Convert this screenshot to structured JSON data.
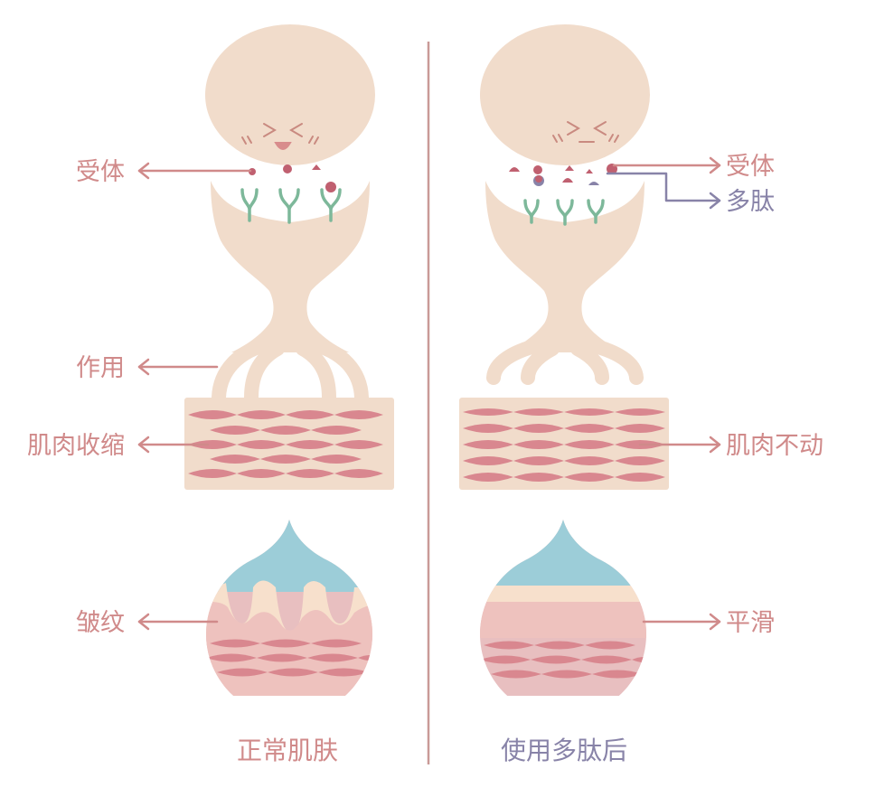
{
  "colors": {
    "skin": "#F1DCCB",
    "arrow_pink": "#D08A8A",
    "arrow_purple": "#8883A8",
    "muscle": "#D9878F",
    "receptor_green": "#7DB89A",
    "blue_layer": "#9CCDD8",
    "pink_layer": "#EFC7C3",
    "divider": "#C99A97"
  },
  "left": {
    "labels": {
      "receptor": "受体",
      "action": "作用",
      "muscle": "肌肉收缩",
      "wrinkle": "皱纹"
    },
    "face": ">⌄<",
    "caption": "正常肌肤"
  },
  "right": {
    "labels": {
      "receptor": "受体",
      "peptide": "多肽",
      "muscle": "肌肉不动",
      "smooth": "平滑"
    },
    "face": ">—<",
    "caption": "使用多肽后"
  }
}
